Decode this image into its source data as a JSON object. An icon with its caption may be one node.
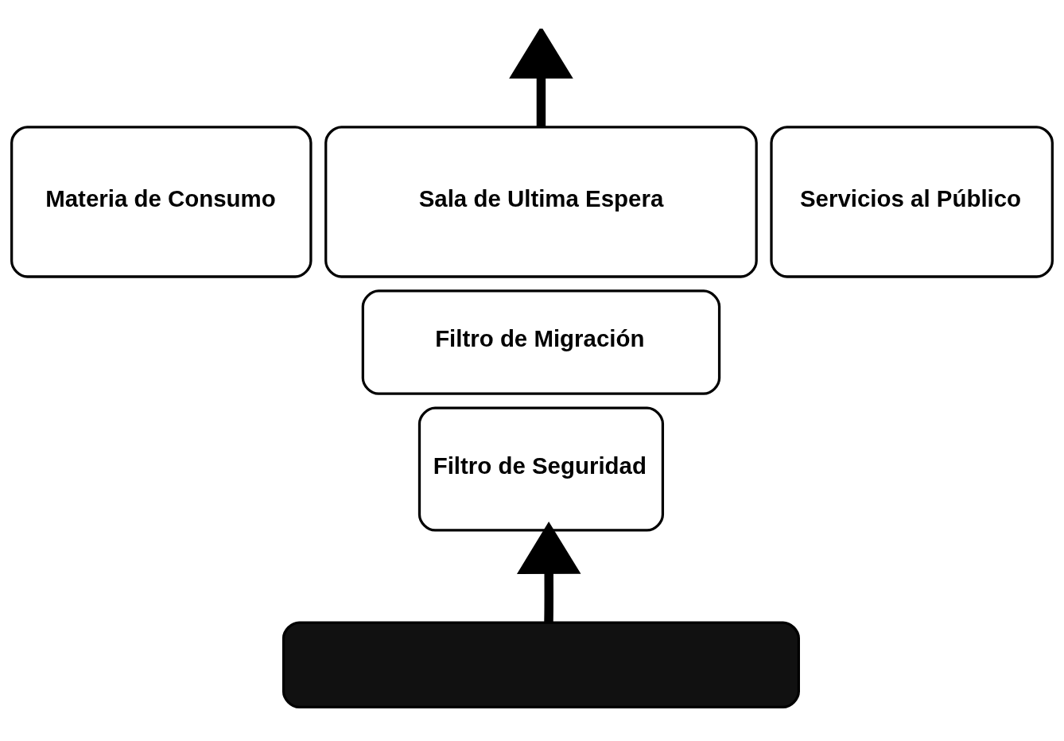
{
  "diagram": {
    "nodes": [
      {
        "text": [
          "Materia de Consumo"
        ]
      },
      {
        "text": [
          "Sala de Ultima Espera"
        ]
      },
      {
        "text": [
          "Servicios al Público"
        ]
      },
      {
        "text": [
          "Filtro de Migración"
        ]
      },
      {
        "text": [
          "Filtro de Seguridad"
        ]
      },
      {
        "text": [],
        "shape": "box"
      }
    ],
    "edges": [
      {
        "from": 1,
        "to": null,
        "arrow": "to"
      },
      {
        "from": 5,
        "to": 4,
        "arrow": "to"
      }
    ]
  }
}
